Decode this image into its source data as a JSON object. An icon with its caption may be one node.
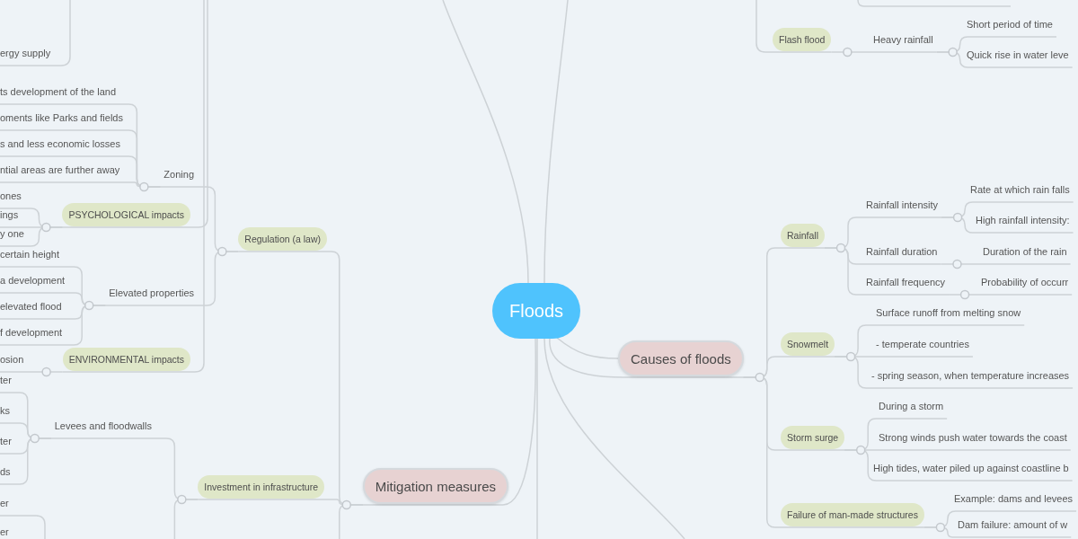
{
  "diagram": {
    "nodes": [
      {
        "text": [
          "Floods"
        ]
      },
      {
        "text": [
          "Causes of floods"
        ]
      },
      {
        "text": [
          "Rainfall"
        ]
      },
      {
        "text": [
          "Rainfall intensity"
        ]
      },
      {
        "text": [
          "Rate at which rain falls"
        ]
      },
      {
        "text": [
          "High rainfall intensity:"
        ]
      },
      {
        "text": [
          "Rainfall duration"
        ]
      },
      {
        "text": [
          "Duration of the rain"
        ]
      },
      {
        "text": [
          "Rainfall frequency"
        ]
      },
      {
        "text": [
          "Probability of occurr"
        ]
      },
      {
        "text": [
          "Snowmelt"
        ]
      },
      {
        "text": [
          "Surface runoff from melting snow"
        ]
      },
      {
        "text": [
          "- temperate countries"
        ]
      },
      {
        "text": [
          "- spring season, when temperature increases"
        ]
      },
      {
        "text": [
          "Storm surge"
        ]
      },
      {
        "text": [
          "During a storm"
        ]
      },
      {
        "text": [
          "Strong winds push water towards the coast"
        ]
      },
      {
        "text": [
          "High tides, water piled up against coastline b"
        ]
      },
      {
        "text": [
          "Failure of man-made structures"
        ]
      },
      {
        "text": [
          "Example: dams and levees"
        ]
      },
      {
        "text": [
          "Dam failure: amount of w"
        ]
      },
      {
        "text": [
          "Flash flood"
        ]
      },
      {
        "text": [
          "Heavy rainfall"
        ]
      },
      {
        "text": [
          "Short period of time"
        ]
      },
      {
        "text": [
          "Quick rise in water leve"
        ]
      },
      {
        "text": [
          "Mitigation measures"
        ]
      },
      {
        "text": [
          "Regulation (a law)"
        ]
      },
      {
        "text": [
          "Zoning"
        ]
      },
      {
        "text": [
          "ts development of the land"
        ]
      },
      {
        "text": [
          "oments like Parks and fields"
        ]
      },
      {
        "text": [
          "s and less economic losses"
        ]
      },
      {
        "text": [
          "ntial areas are further away"
        ]
      },
      {
        "text": [
          "Elevated properties"
        ]
      },
      {
        "text": [
          "certain height"
        ]
      },
      {
        "text": [
          "a development"
        ]
      },
      {
        "text": [
          "elevated flood"
        ]
      },
      {
        "text": [
          "f development"
        ]
      },
      {
        "text": [
          "Investment in infrastructure"
        ]
      },
      {
        "text": [
          "Levees and floodwalls"
        ]
      },
      {
        "text": [
          "ter"
        ]
      },
      {
        "text": [
          "ks"
        ]
      },
      {
        "text": [
          "ter"
        ]
      },
      {
        "text": [
          "ds"
        ]
      },
      {
        "text": [
          "er"
        ]
      },
      {
        "text": [
          "er"
        ]
      },
      {
        "text": [
          "PSYCHOLOGICAL impacts"
        ]
      },
      {
        "text": [
          "ones"
        ]
      },
      {
        "text": [
          "ings"
        ]
      },
      {
        "text": [
          "y one"
        ]
      },
      {
        "text": [
          "ENVIRONMENTAL impacts"
        ]
      },
      {
        "text": [
          "osion"
        ]
      },
      {
        "text": [
          "ergy supply"
        ]
      }
    ],
    "edges": [
      {
        "from": 0,
        "to": 1,
        "arrow": "none"
      },
      {
        "from": 0,
        "to": 1,
        "arrow": "none"
      },
      {
        "from": 1,
        "to": 2,
        "arrow": "none"
      },
      {
        "from": 2,
        "to": 3,
        "arrow": "none"
      },
      {
        "from": 3,
        "to": 4,
        "arrow": "none"
      },
      {
        "from": 3,
        "to": 5,
        "arrow": "none"
      },
      {
        "from": 2,
        "to": 6,
        "arrow": "none"
      },
      {
        "from": 6,
        "to": 7,
        "arrow": "none"
      },
      {
        "from": 2,
        "to": 8,
        "arrow": "none"
      },
      {
        "from": 8,
        "to": 9,
        "arrow": "none"
      },
      {
        "from": 1,
        "to": 10,
        "arrow": "none"
      },
      {
        "from": 10,
        "to": 11,
        "arrow": "none"
      },
      {
        "from": 10,
        "to": 12,
        "arrow": "none"
      },
      {
        "from": 10,
        "to": 13,
        "arrow": "none"
      },
      {
        "from": 1,
        "to": 14,
        "arrow": "none"
      },
      {
        "from": 14,
        "to": 15,
        "arrow": "none"
      },
      {
        "from": 14,
        "to": 16,
        "arrow": "none"
      },
      {
        "from": 14,
        "to": 17,
        "arrow": "none"
      },
      {
        "from": 1,
        "to": 18,
        "arrow": "none"
      },
      {
        "from": 18,
        "to": 19,
        "arrow": "none"
      },
      {
        "from": 18,
        "to": 20,
        "arrow": "none"
      },
      {
        "from": null,
        "to": 21,
        "arrow": "none"
      },
      {
        "from": 21,
        "to": 22,
        "arrow": "none"
      },
      {
        "from": 22,
        "to": 23,
        "arrow": "none"
      },
      {
        "from": 22,
        "to": 24,
        "arrow": "none"
      },
      {
        "from": 0,
        "to": 25,
        "arrow": "none"
      },
      {
        "from": 25,
        "to": 26,
        "arrow": "none"
      },
      {
        "from": 26,
        "to": 27,
        "arrow": "none"
      },
      {
        "from": 27,
        "to": 28,
        "arrow": "none"
      },
      {
        "from": 27,
        "to": 29,
        "arrow": "none"
      },
      {
        "from": 27,
        "to": 30,
        "arrow": "none"
      },
      {
        "from": 27,
        "to": 31,
        "arrow": "none"
      },
      {
        "from": 26,
        "to": 32,
        "arrow": "none"
      },
      {
        "from": 32,
        "to": 33,
        "arrow": "none"
      },
      {
        "from": 32,
        "to": 34,
        "arrow": "none"
      },
      {
        "from": 32,
        "to": 35,
        "arrow": "none"
      },
      {
        "from": 32,
        "to": 36,
        "arrow": "none"
      },
      {
        "from": 25,
        "to": 37,
        "arrow": "none"
      },
      {
        "from": 37,
        "to": 38,
        "arrow": "none"
      },
      {
        "from": 38,
        "to": 39,
        "arrow": "none"
      },
      {
        "from": 38,
        "to": 40,
        "arrow": "none"
      },
      {
        "from": 38,
        "to": 41,
        "arrow": "none"
      },
      {
        "from": 38,
        "to": 42,
        "arrow": "none"
      },
      {
        "from": null,
        "to": 43,
        "arrow": "none"
      },
      {
        "from": 37,
        "to": null,
        "arrow": "none"
      },
      {
        "from": 25,
        "to": null,
        "arrow": "none"
      },
      {
        "from": null,
        "to": 45,
        "arrow": "none"
      },
      {
        "from": 45,
        "to": 46,
        "arrow": "none"
      },
      {
        "from": 45,
        "to": 47,
        "arrow": "none"
      },
      {
        "from": 45,
        "to": 48,
        "arrow": "none"
      },
      {
        "from": null,
        "to": 49,
        "arrow": "none"
      },
      {
        "from": 49,
        "to": 50,
        "arrow": "none"
      },
      {
        "from": null,
        "to": 51,
        "arrow": "none"
      },
      {
        "from": 0,
        "to": null,
        "arrow": "none"
      },
      {
        "from": 0,
        "to": null,
        "arrow": "none"
      },
      {
        "from": 0,
        "to": null,
        "arrow": "none"
      },
      {
        "from": 0,
        "to": null,
        "arrow": "none"
      }
    ]
  }
}
